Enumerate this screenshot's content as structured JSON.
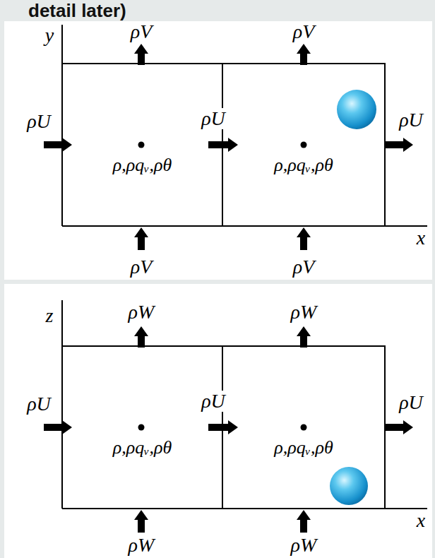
{
  "diagram": {
    "nodes": [
      {
        "text": [
          "ρ,ρqᵥ,ρθ"
        ]
      },
      {
        "text": [
          "ρ,ρqᵥ,ρθ"
        ]
      },
      {
        "text": [
          "ρ,ρqᵥ,ρθ"
        ]
      },
      {
        "text": [
          "ρ,ρqᵥ,ρθ"
        ]
      }
    ],
    "labels": [
      "detail later)",
      "y",
      "ρV",
      "ρV",
      "ρU",
      "ρU",
      "ρU",
      "ρV",
      "ρV",
      "x",
      "z",
      "ρW",
      "ρW",
      "ρU",
      "ρU",
      "ρU",
      "ρW",
      "ρW",
      "x"
    ]
  }
}
